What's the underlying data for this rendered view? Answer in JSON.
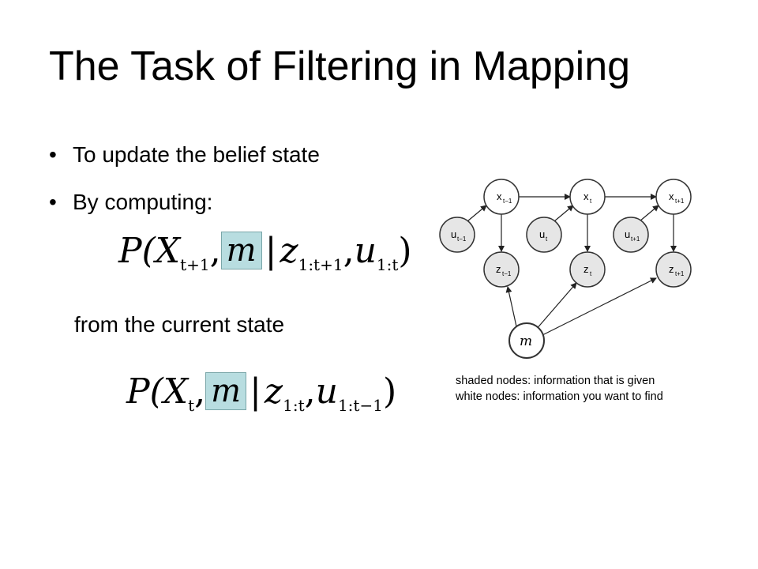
{
  "slide": {
    "title": "The Task of Filtering in Mapping",
    "bullets": [
      "To update the belief state",
      "By computing:"
    ],
    "subtext": "from the current state"
  },
  "equation1": {
    "P": "P(",
    "X": "X",
    "X_sub": "t+1",
    "comma1": ",",
    "m": "m",
    "bar": "|",
    "z": "z",
    "z_sub": "1:t+1",
    "comma2": ",",
    "u": "u",
    "u_sub": "1:t",
    "close": ")"
  },
  "equation2": {
    "P": "P(",
    "X": "X",
    "X_sub": "t",
    "comma1": ",",
    "m": "m",
    "bar": "|",
    "z": "z",
    "z_sub": "1:t",
    "comma2": ",",
    "u": "u",
    "u_sub": "1:t−1",
    "close": ")"
  },
  "graph": {
    "nodes": {
      "x_prev": {
        "base": "x",
        "sub": "t−1"
      },
      "x_cur": {
        "base": "x",
        "sub": "t"
      },
      "x_next": {
        "base": "x",
        "sub": "t+1"
      },
      "u_prev": {
        "base": "u",
        "sub": "t−1"
      },
      "u_cur": {
        "base": "u",
        "sub": "t"
      },
      "u_next": {
        "base": "u",
        "sub": "t+1"
      },
      "z_prev": {
        "base": "z",
        "sub": "t−1"
      },
      "z_cur": {
        "base": "z",
        "sub": "t"
      },
      "z_next": {
        "base": "z",
        "sub": "t+1"
      },
      "m": {
        "base": "m",
        "sub": ""
      }
    },
    "colors": {
      "shaded": "#e6e6e6",
      "white": "#ffffff",
      "stroke": "#333333"
    }
  },
  "captions": {
    "line1": "shaded nodes: information that is given",
    "line2": "white nodes: information you want to find"
  }
}
